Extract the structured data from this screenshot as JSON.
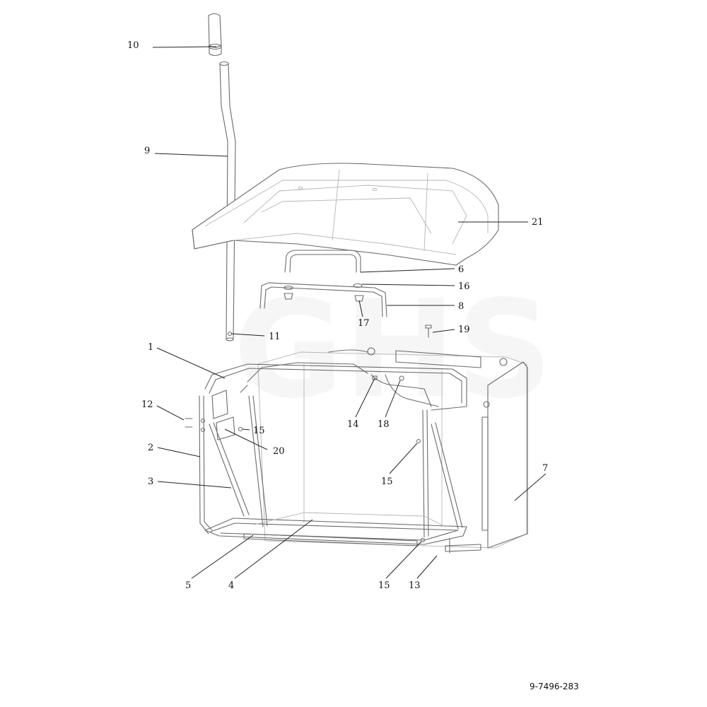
{
  "callouts": [
    {
      "id": "c10",
      "label": "10"
    },
    {
      "id": "c9",
      "label": "9"
    },
    {
      "id": "c21",
      "label": "21"
    },
    {
      "id": "c6",
      "label": "6"
    },
    {
      "id": "c16",
      "label": "16"
    },
    {
      "id": "c8",
      "label": "8"
    },
    {
      "id": "c17",
      "label": "17"
    },
    {
      "id": "c11",
      "label": "11"
    },
    {
      "id": "c19",
      "label": "19"
    },
    {
      "id": "c1",
      "label": "1"
    },
    {
      "id": "c12",
      "label": "12"
    },
    {
      "id": "c15a",
      "label": "15"
    },
    {
      "id": "c20",
      "label": "20"
    },
    {
      "id": "c14",
      "label": "14"
    },
    {
      "id": "c18",
      "label": "18"
    },
    {
      "id": "c2",
      "label": "2"
    },
    {
      "id": "c15b",
      "label": "15"
    },
    {
      "id": "c3",
      "label": "3"
    },
    {
      "id": "c7",
      "label": "7"
    },
    {
      "id": "c5",
      "label": "5"
    },
    {
      "id": "c4",
      "label": "4"
    },
    {
      "id": "c15c",
      "label": "15"
    },
    {
      "id": "c13",
      "label": "13"
    }
  ],
  "diagram_ref": "9-7496-283",
  "watermark": "GHS"
}
